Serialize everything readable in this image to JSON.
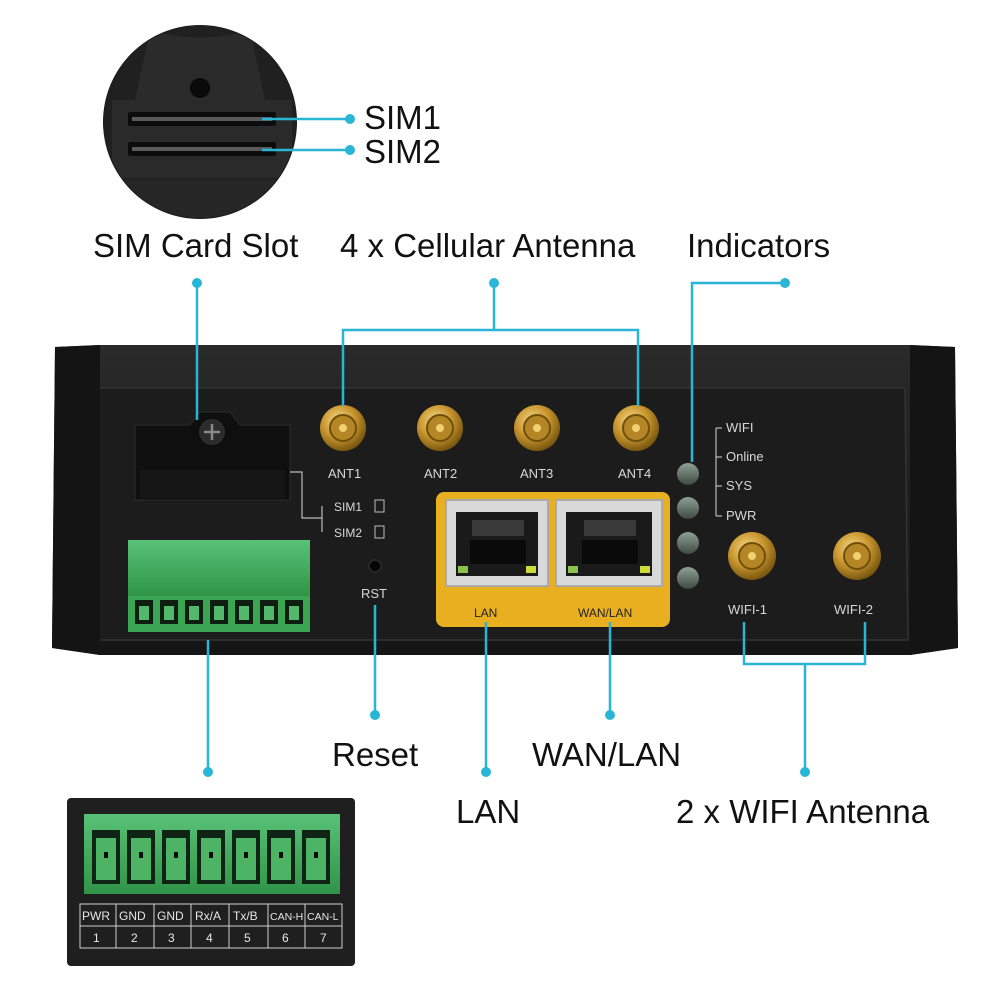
{
  "callouts": {
    "sim1": "SIM1",
    "sim2": "SIM2",
    "sim_card_slot": "SIM Card Slot",
    "cellular_antenna": "4 x Cellular Antenna",
    "indicators": "Indicators",
    "reset": "Reset",
    "wan_lan": "WAN/LAN",
    "lan": "LAN",
    "wifi_antenna": "2 x WIFI Antenna"
  },
  "panel": {
    "antennas": [
      "ANT1",
      "ANT2",
      "ANT3",
      "ANT4"
    ],
    "sim_labels": [
      "SIM1",
      "SIM2"
    ],
    "rst": "RST",
    "indicator_labels": [
      "WIFI",
      "Online",
      "SYS",
      "PWR"
    ],
    "ports": [
      "LAN",
      "WAN/LAN"
    ],
    "wifi_ports": [
      "WIFI-1",
      "WIFI-2"
    ]
  },
  "terminal": {
    "names": [
      "PWR",
      "GND",
      "GND",
      "Rx/A",
      "Tx/B",
      "CAN-H",
      "CAN-L"
    ],
    "numbers": [
      "1",
      "2",
      "3",
      "4",
      "5",
      "6",
      "7"
    ]
  },
  "colors": {
    "callout_line": "#29b6d6",
    "device_body": "#1e1e1e",
    "terminal_green": "#3fae5a",
    "port_frame": "#e8b020",
    "antenna_gold": "#d4a640"
  }
}
